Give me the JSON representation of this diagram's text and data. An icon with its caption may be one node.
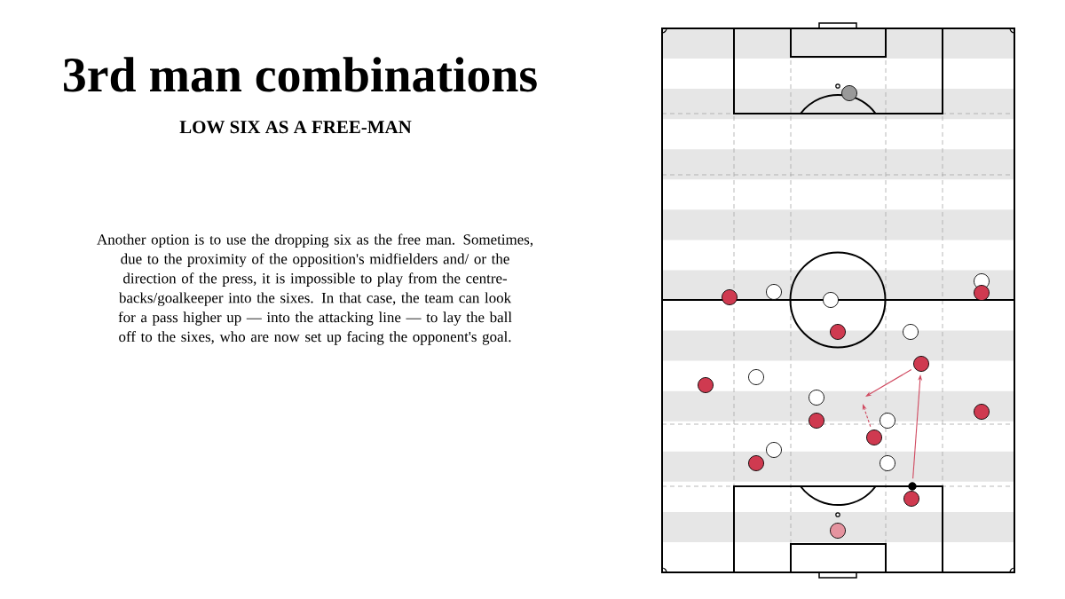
{
  "diagram": {
    "title": "3rd man combinations",
    "nodes": [
      {
        "text": [],
        "shape": "circle"
      },
      {
        "text": [],
        "shape": "circle"
      },
      {
        "text": [],
        "shape": "circle"
      },
      {
        "text": [],
        "shape": "circle"
      },
      {
        "text": [],
        "shape": "circle"
      },
      {
        "text": [],
        "shape": "circle"
      },
      {
        "text": [],
        "shape": "circle"
      },
      {
        "text": [],
        "shape": "circle"
      },
      {
        "text": [],
        "shape": "circle"
      },
      {
        "text": [],
        "shape": "circle"
      },
      {
        "text": [],
        "shape": "circle"
      },
      {
        "text": [],
        "shape": "circle"
      },
      {
        "text": [],
        "shape": "circle"
      },
      {
        "text": [],
        "shape": "circle"
      },
      {
        "text": [],
        "shape": "circle"
      },
      {
        "text": [],
        "shape": "circle"
      },
      {
        "text": [],
        "shape": "circle"
      },
      {
        "text": [],
        "shape": "circle"
      },
      {
        "text": [],
        "shape": "circle"
      },
      {
        "text": [],
        "shape": "circle"
      },
      {
        "text": [],
        "shape": "circle"
      },
      {
        "text": [],
        "shape": "circle"
      }
    ],
    "edges": [
      {
        "from": 19,
        "to": 8,
        "arrow": "to"
      },
      {
        "from": 8,
        "to": null,
        "arrow": "to"
      },
      {
        "from": 15,
        "to": null,
        "arrow": "to",
        "style": "dashed"
      }
    ],
    "labels": [
      "LOW SIX AS A FREE-MAN",
      "Another option is to use the dropping six as the free man. Sometimes, due to the proximity of the opposition's midfielders and/ or the direction of the press, it is impossible to play from the centre-backs/goalkeeper into the sixes. In that case, the team can look for a pass higher up — into the attacking line — to lay the ball off to the sixes, who are now set up facing the opponent's goal."
    ]
  }
}
